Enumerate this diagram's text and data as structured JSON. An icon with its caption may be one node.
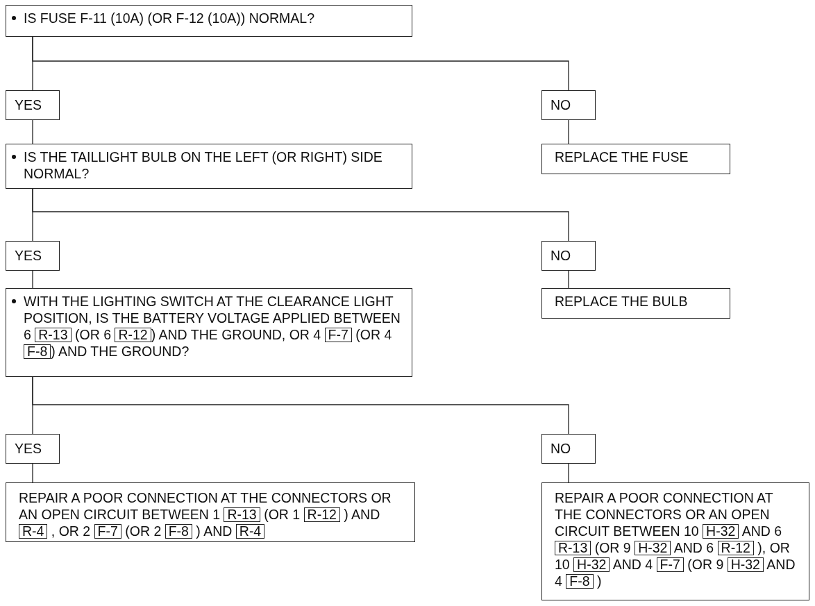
{
  "diagram": {
    "nodes": [
      {
        "text": [
          "IS FUSE F-11 (10A) (OR F-12 (10A)) NORMAL?"
        ]
      },
      {
        "text": [
          "YES"
        ]
      },
      {
        "text": [
          "NO"
        ]
      },
      {
        "text": [
          "IS THE TAILLIGHT BULB ON THE LEFT (OR RIGHT) SIDE NORMAL?"
        ]
      },
      {
        "text": [
          "REPLACE THE FUSE"
        ]
      },
      {
        "text": [
          "YES"
        ]
      },
      {
        "text": [
          "NO"
        ]
      },
      {
        "text": [
          "WITH THE LIGHTING SWITCH AT THE CLEARANCE LIGHT POSITION, IS THE BATTERY VOLTAGE APPLIED BETWEEN 6 R-13 (OR 6 R-12) AND THE GROUND, OR 4 F-7 (OR 4 F-8) AND THE GROUND?"
        ]
      },
      {
        "text": [
          "REPLACE THE BULB"
        ]
      },
      {
        "text": [
          "YES"
        ]
      },
      {
        "text": [
          "NO"
        ]
      },
      {
        "text": [
          "REPAIR A POOR CONNECTION AT THE CONNECTORS OR AN OPEN CIRCUIT BETWEEN 1 R-13 (OR 1 R-12 ) AND R-4 , OR 2 F-7 (OR 2 F-8 ) AND R-4"
        ]
      },
      {
        "text": [
          "REPAIR A POOR CONNECTION AT THE CONNECTORS OR AN OPEN CIRCUIT BETWEEN 10 H-32 AND 6 R-13 (OR 9 H-32 AND 6 R-12 ), OR 10 H-32 AND 4 F-7 (OR 9 H-32 AND 4 F-8 )"
        ]
      }
    ],
    "edges": [
      {
        "from": 0,
        "to": 1,
        "arrow": "none"
      },
      {
        "from": 0,
        "to": 2,
        "arrow": "none"
      },
      {
        "from": 1,
        "to": 3,
        "arrow": "none"
      },
      {
        "from": 2,
        "to": 4,
        "arrow": "none"
      },
      {
        "from": 3,
        "to": 5,
        "arrow": "none"
      },
      {
        "from": 3,
        "to": 6,
        "arrow": "none"
      },
      {
        "from": 5,
        "to": 7,
        "arrow": "none"
      },
      {
        "from": 6,
        "to": 8,
        "arrow": "none"
      },
      {
        "from": 7,
        "to": 9,
        "arrow": "none"
      },
      {
        "from": 7,
        "to": 10,
        "arrow": "none"
      },
      {
        "from": 9,
        "to": 11,
        "arrow": "none"
      },
      {
        "from": 10,
        "to": 12,
        "arrow": "none"
      }
    ]
  }
}
